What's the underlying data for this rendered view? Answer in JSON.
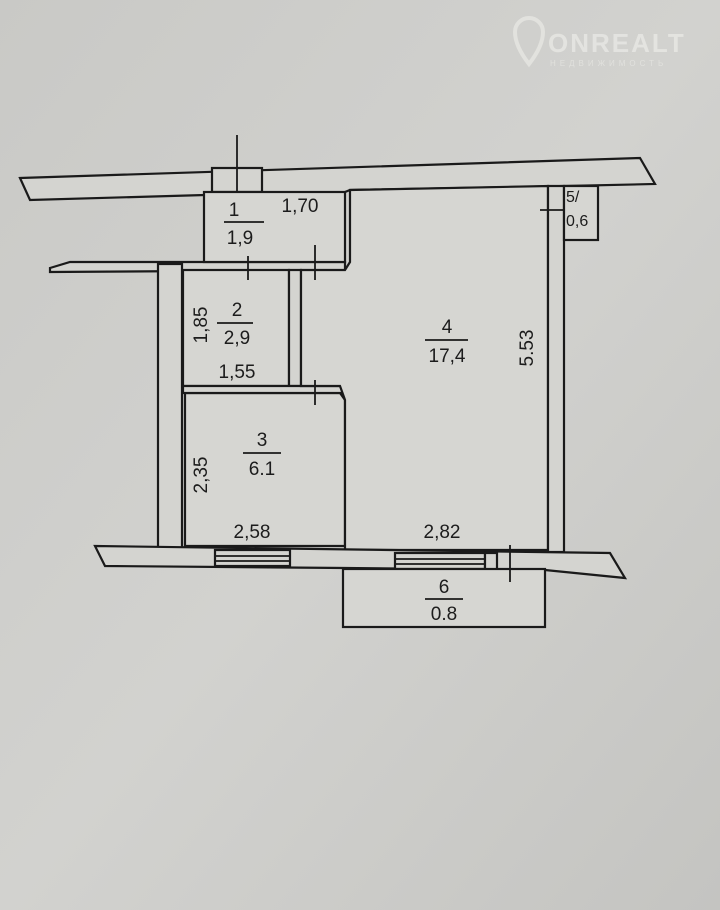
{
  "watermark": {
    "brand": "ONREALT",
    "tagline": "НЕДВИЖИМОСТЬ"
  },
  "rooms": [
    {
      "number": "1",
      "area": "1,9",
      "dimension": "1,70"
    },
    {
      "number": "2",
      "area": "2,9",
      "dimension_vertical": "1,85",
      "dimension_horizontal": "1,55"
    },
    {
      "number": "3",
      "area": "6.1",
      "dimension_vertical": "2,35",
      "dimension_horizontal": "2,58"
    },
    {
      "number": "4",
      "area": "17,4",
      "dimension_vertical": "5.53",
      "dimension_horizontal": "2,82"
    },
    {
      "number": "5/",
      "area": "0,6"
    },
    {
      "number": "6",
      "area": "0.8"
    }
  ]
}
